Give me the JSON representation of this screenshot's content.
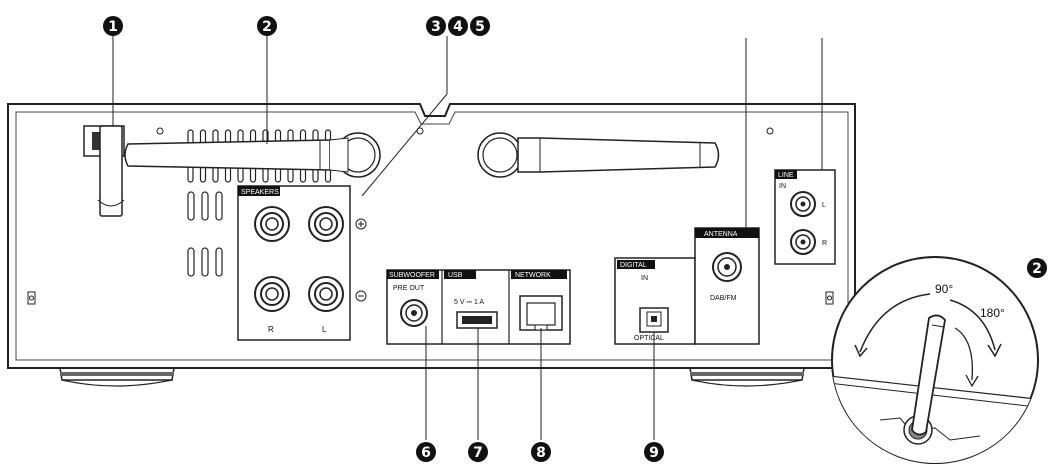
{
  "callouts": {
    "c1": "1",
    "c2": "2",
    "c3": "3",
    "c4": "4",
    "c5": "5",
    "c6": "6",
    "c7": "7",
    "c8": "8",
    "c9": "9",
    "c2_detail": "2"
  },
  "panel": {
    "speakers": "SPEAKERS",
    "speaker_r": "R",
    "speaker_l": "L",
    "subwoofer": "SUBWOOFER",
    "pre_out": "PRE OUT",
    "usb": "USB",
    "usb_rating": "5 V ⎓ 1 A",
    "network": "NETWORK",
    "digital": "DIGITAL",
    "digital_in": "IN",
    "optical": "OPTICAL",
    "antenna": "ANTENNA",
    "dab_fm": "DAB/FM",
    "line": "LINE",
    "line_in": "IN",
    "line_l": "L",
    "line_r": "R"
  },
  "detail": {
    "angle_90": "90°",
    "angle_180": "180°"
  }
}
